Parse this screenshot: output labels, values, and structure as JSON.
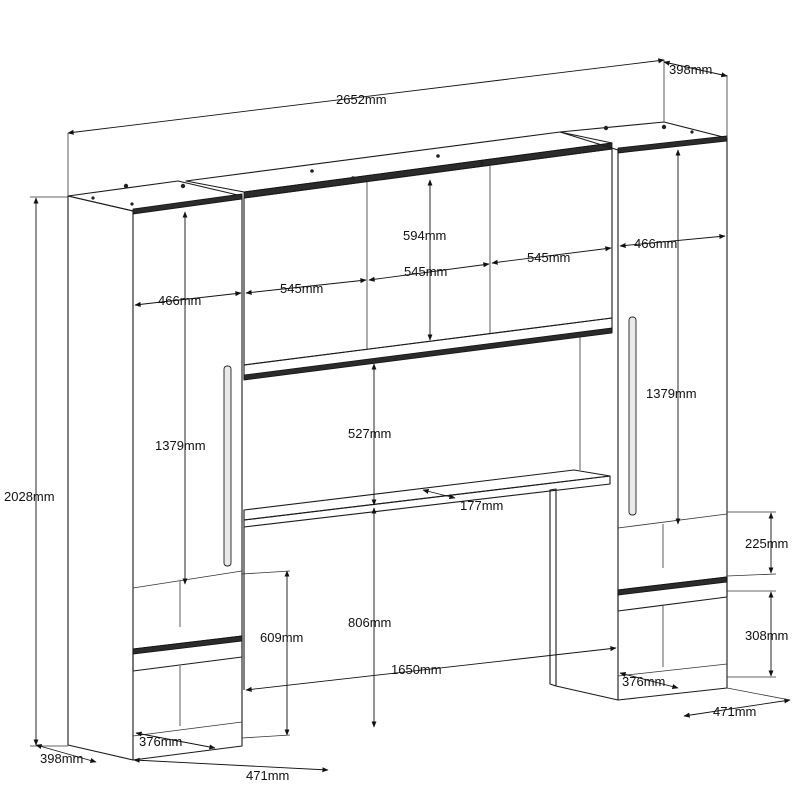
{
  "colors": {
    "line": "#1a1a1a",
    "background": "#ffffff",
    "shelf": "#2b2b2b"
  },
  "dimensions": {
    "total_width": "2652mm",
    "depth_top": "398mm",
    "depth_bottom_left": "398mm",
    "total_height": "2028mm",
    "cabinet_width_left": "466mm",
    "cabinet_width_right": "466mm",
    "door_height_left": "1379mm",
    "door_height_right": "1379mm",
    "top_box_width_1": "545mm",
    "top_box_width_2": "545mm",
    "top_box_width_3": "545mm",
    "top_box_height": "594mm",
    "middle_opening_height": "527mm",
    "desk_depth": "177mm",
    "lower_opening_height": "806mm",
    "bridge_width": "1650mm",
    "left_lower_height": "609mm",
    "right_upper_niche_height": "225mm",
    "right_lower_niche_height": "308mm",
    "base_inner_left": "376mm",
    "base_inner_right": "376mm",
    "base_depth_left": "471mm",
    "base_depth_right": "471mm"
  }
}
